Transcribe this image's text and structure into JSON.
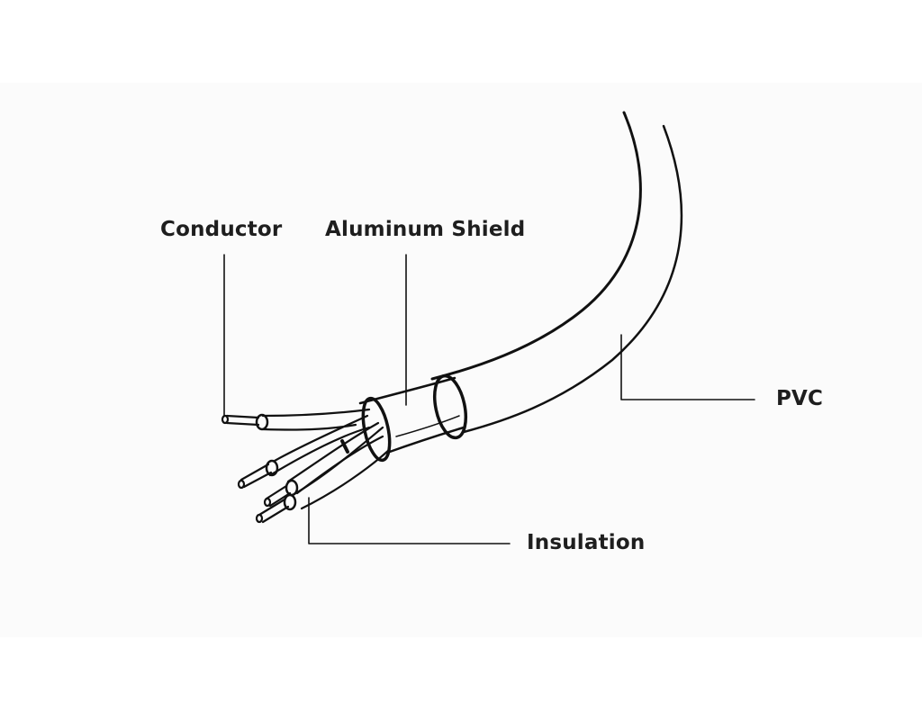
{
  "title": "Cable cross-section diagram",
  "labels": {
    "conductor": "Conductor",
    "shield": "Aluminum Shield",
    "pvc": "PVC",
    "insulation": "Insulation"
  },
  "colors": {
    "line": "#111111",
    "background": "#fbfbfb"
  }
}
